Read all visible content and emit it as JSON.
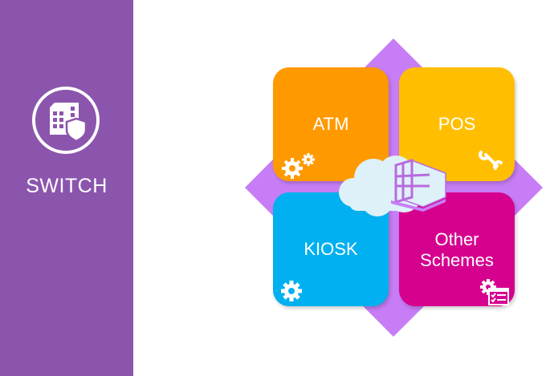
{
  "sidebar": {
    "title": "SWITCH",
    "icon": "buildings-shield-icon",
    "background": "#8b55ad"
  },
  "diagram": {
    "background_diamond_color": "#c77df5",
    "center_icon": "cloud-building-icon",
    "tiles": [
      {
        "label": "ATM",
        "color": "#ff9900",
        "icon": "gears-icon"
      },
      {
        "label": "POS",
        "color": "#ffbf00",
        "icon": "wrench-icon"
      },
      {
        "label": "KIOSK",
        "color": "#00b0f0",
        "icon": "gear-icon"
      },
      {
        "label_line1": "Other",
        "label_line2": "Schemes",
        "color": "#d6008f",
        "icon": "gear-checklist-icon"
      }
    ]
  }
}
